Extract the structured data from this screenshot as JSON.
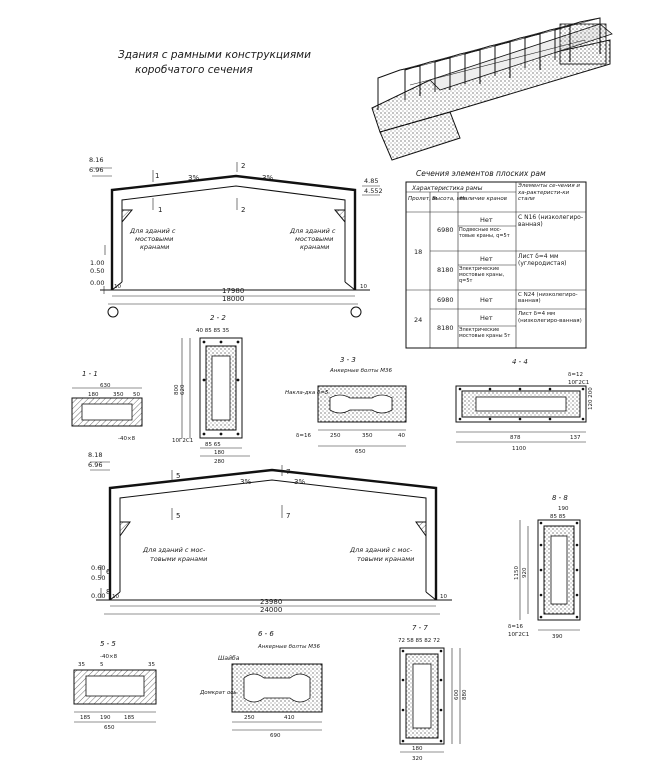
{
  "title": {
    "line1": "Здания с рамными конструкциями",
    "line2": "коробчатого сечения"
  },
  "frame18": {
    "elev_top1": "8.16",
    "elev_top2": "6.96",
    "slope_left": "3%",
    "slope_right": "3%",
    "elev_right1": "4.85",
    "elev_right2": "4.552",
    "elev_low1": "1.00",
    "elev_low2": "0.50",
    "elev_zero": "0.00",
    "note_left": [
      "Для зданий с",
      "мостовыми",
      "кранами"
    ],
    "note_right": [
      "Для зданий с",
      "мостовыми",
      "кранами"
    ],
    "dim_inner": "17980",
    "dim_total": "18000",
    "sec1": "1",
    "sec2": "2",
    "small_a": "10",
    "small_b": "10"
  },
  "frame24": {
    "elev_top1": "8.18",
    "elev_top2": "6.96",
    "slope_left": "3%",
    "slope_right": "3%",
    "elev_low1": "0.60",
    "elev_low2": "0.50",
    "elev_zero": "0.00",
    "note_left": [
      "Для зданий с мос-",
      "товыми кранами"
    ],
    "note_right": [
      "Для зданий с мос-",
      "товыми кранами"
    ],
    "dim_inner": "23980",
    "dim_total": "24000",
    "sec5": "5",
    "sec6": "6",
    "sec7": "7",
    "sec8": "8",
    "small_a": "10",
    "small_b": "10"
  },
  "table": {
    "caption": "Сечения элементов плоских рам",
    "headers": {
      "group": "Характеристика рамы",
      "span": "Пролет, м",
      "height": "Высота, мм",
      "cranes": "Наличие кранов",
      "steel": "Элементы се-чения и ха-рактеристи-ки стали"
    },
    "rows": [
      {
        "span": "18",
        "height": "6980",
        "cranes": "Нет",
        "steel": "С N16 (низколегиро-ванная)"
      },
      {
        "span": "",
        "height": "",
        "cranes": "Подвесные мос-товые краны, q=5т",
        "steel": ""
      },
      {
        "span": "",
        "height": "8180",
        "cranes": "Нет",
        "steel": "Лист δ=4 мм (углеродистая)"
      },
      {
        "span": "",
        "height": "",
        "cranes": "Электрические мостовые краны, q=5т",
        "steel": ""
      },
      {
        "span": "24",
        "height": "6980",
        "cranes": "Нет",
        "steel": "С N24 (низколегиро-ванная)"
      },
      {
        "span": "",
        "height": "8180",
        "cranes": "Нет",
        "steel": "Лист δ=4 мм (низколегиро-ванная)"
      },
      {
        "span": "",
        "height": "",
        "cranes": "Электрические мостовые краны 5т",
        "steel": ""
      }
    ]
  },
  "sections": {
    "s11": {
      "title": "1 - 1",
      "w": "630",
      "a": "180",
      "b": "350",
      "c": "50",
      "bar": "-40×8"
    },
    "s22": {
      "title": "2 - 2",
      "top": "40 85 85 35",
      "h1": "620",
      "h2": "800",
      "steel": "10Г2С1",
      "w1": "85 65",
      "w2": "180",
      "w3": "280"
    },
    "s33": {
      "title": "3 - 3",
      "bolts": "Анкерные болты М36",
      "label": "Накла-дка δ=5",
      "d": "δ=16",
      "w1": "250",
      "w2": "350",
      "w3": "40",
      "w4": "650"
    },
    "s44": {
      "title": "4 - 4",
      "d": "δ=12",
      "steel": "10Г2С1",
      "h": "120 200",
      "w1": "878",
      "w2": "1100",
      "side": "137"
    },
    "s55": {
      "title": "5 - 5",
      "bar": "-40×8",
      "a": "35",
      "b": "5",
      "c": "35",
      "w1": "185",
      "w2": "190",
      "w3": "185",
      "w4": "650"
    },
    "s66": {
      "title": "6 - 6",
      "bolts": "Анкерные болты М36",
      "label": "Шайба",
      "label2": "Домкрат ось",
      "w1": "250",
      "w2": "410",
      "w3": "690"
    },
    "s77": {
      "title": "7 - 7",
      "top": "72 58 85 82 72",
      "h1": "600",
      "h2": "880",
      "w1": "180",
      "w2": "320"
    },
    "s88": {
      "title": "8 - 8",
      "top": "190",
      "w1": "85 85",
      "h1": "1150",
      "h2": "920",
      "d": "δ=16",
      "steel": "10Г2С1",
      "w2": "390"
    }
  }
}
